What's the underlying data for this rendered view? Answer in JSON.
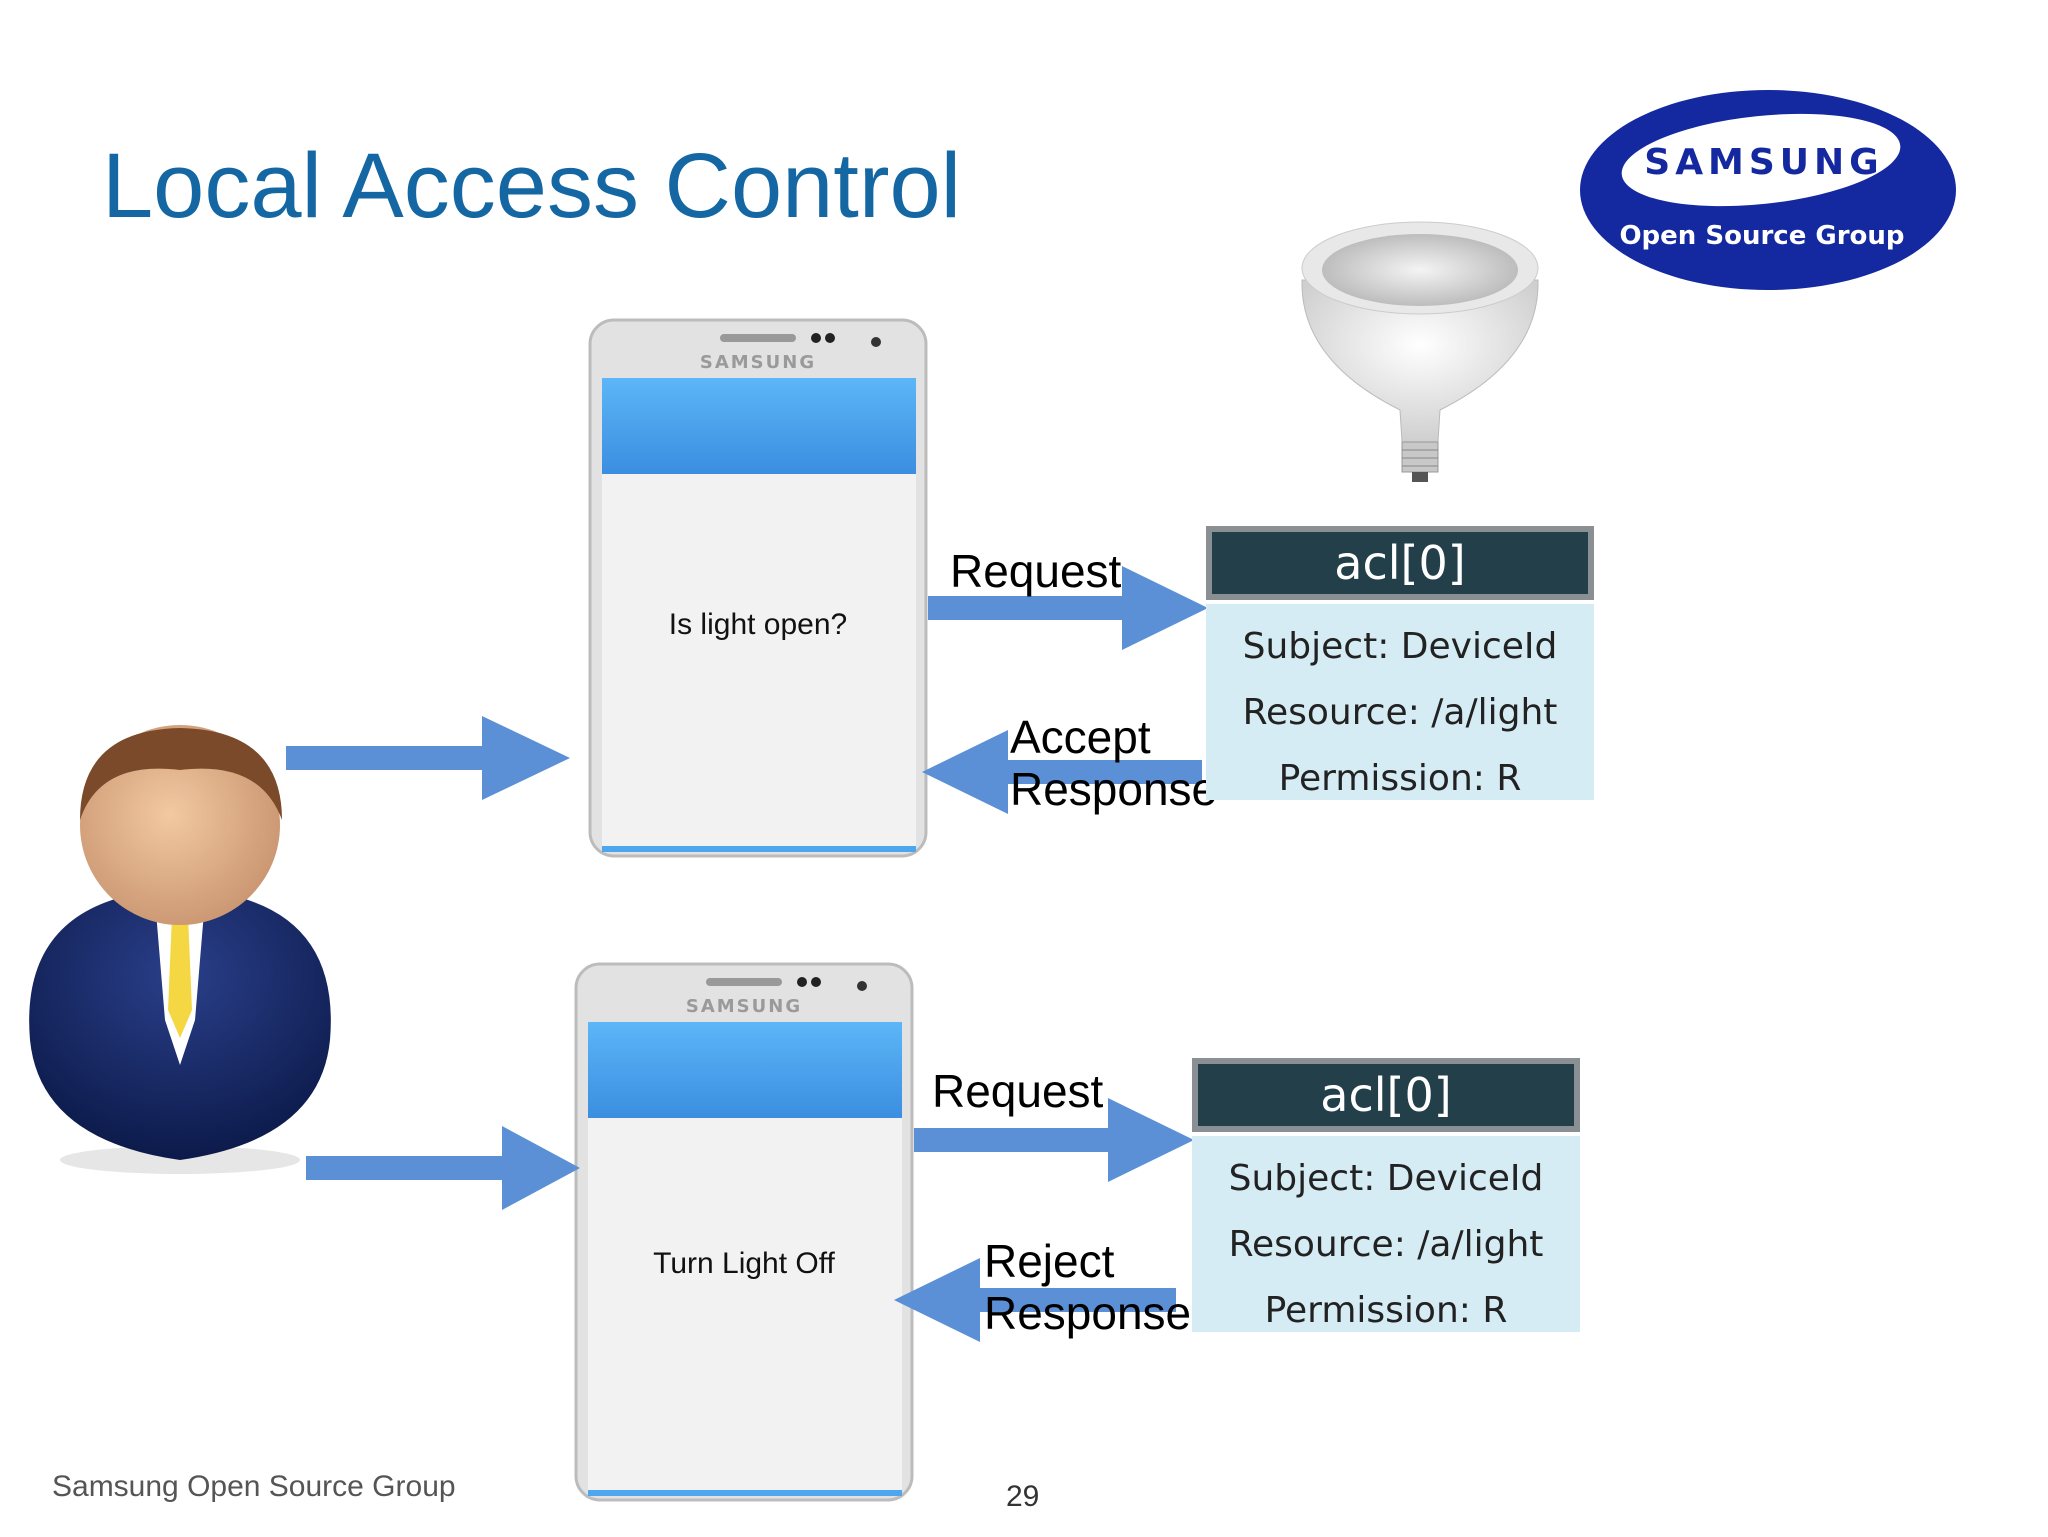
{
  "slide": {
    "title": "Local Access Control",
    "footer": "Samsung Open Source Group",
    "page_number": "29"
  },
  "logo": {
    "brand": "SAMSUNG",
    "subtitle": "Open Source Group"
  },
  "phone_brand": "SAMSUNG",
  "scenarios": [
    {
      "phone_text": "Is light open?",
      "request_label": "Request",
      "response_label_1": "Accept",
      "response_label_2": "Response",
      "acl": {
        "header": "acl[0]",
        "subject": "Subject: DeviceId",
        "resource": "Resource: /a/light",
        "permission": "Permission: R"
      }
    },
    {
      "phone_text": "Turn Light Off",
      "request_label": "Request",
      "response_label_1": "Reject",
      "response_label_2": "Response",
      "acl": {
        "header": "acl[0]",
        "subject": "Subject: DeviceId",
        "resource": "Resource: /a/light",
        "permission": "Permission: R"
      }
    }
  ],
  "colors": {
    "title": "#1467a3",
    "arrow": "#5b8fd6",
    "acl_header": "#223f4a",
    "acl_body": "#d6ecf5",
    "logo": "#1428a0"
  }
}
